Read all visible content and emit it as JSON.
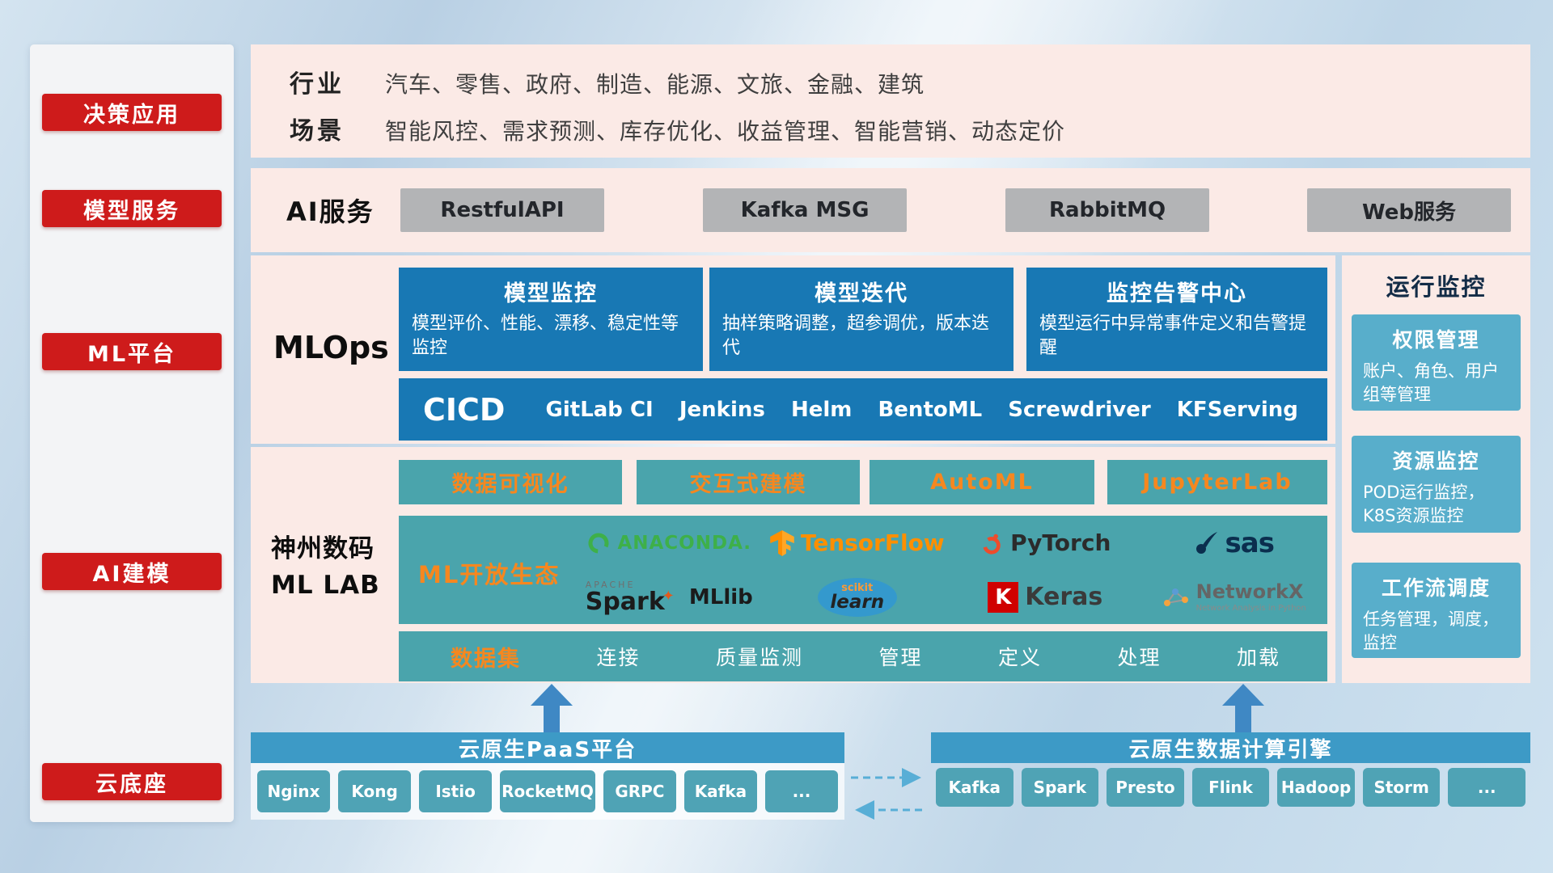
{
  "sidebar": {
    "items": [
      "决策应用",
      "模型服务",
      "ML平台",
      "AI建模",
      "云底座"
    ]
  },
  "industry": {
    "rows": [
      {
        "label": "行业",
        "text": "汽车、零售、政府、制造、能源、文旅、金融、建筑"
      },
      {
        "label": "场景",
        "text": "智能风控、需求预测、库存优化、收益管理、智能营销、动态定价"
      }
    ]
  },
  "ai_service": {
    "label": "AI服务",
    "buttons": [
      "RestfulAPI",
      "Kafka MSG",
      "RabbitMQ",
      "Web服务"
    ]
  },
  "mlops": {
    "label": "MLOps",
    "cards": [
      {
        "title": "模型监控",
        "desc": "模型评价、性能、漂移、稳定性等监控"
      },
      {
        "title": "模型迭代",
        "desc": "抽样策略调整，超参调优，版本迭代"
      },
      {
        "title": "监控告警中心",
        "desc": "模型运行中异常事件定义和告警提醒"
      }
    ],
    "cicd_label": "CICD",
    "cicd_items": [
      "GitLab CI",
      "Jenkins",
      "Helm",
      "BentoML",
      "Screwdriver",
      "KFServing"
    ]
  },
  "monitor": {
    "title": "运行监控",
    "cards": [
      {
        "title": "权限管理",
        "desc": "账户、角色、用户组等管理"
      },
      {
        "title": "资源监控",
        "desc": "POD运行监控，K8S资源监控"
      },
      {
        "title": "工作流调度",
        "desc": "任务管理，调度，监控"
      }
    ]
  },
  "mllab": {
    "label_line1": "神州数码",
    "label_line2": "ML LAB",
    "tools": [
      "数据可视化",
      "交互式建模",
      "AutoML",
      "JupyterLab"
    ],
    "ecosystem_label": "ML开放生态",
    "logos": {
      "anaconda": "ANACONDA.",
      "tensorflow": "TensorFlow",
      "pytorch": "PyTorch",
      "sas": "sas",
      "spark_apache": "APACHE",
      "spark": "Spark",
      "spark_star": "✦",
      "mllib": "MLlib",
      "scikit_top": "scikit",
      "scikit": "learn",
      "keras_k": "K",
      "keras": "Keras",
      "networkx": "NetworkX",
      "networkx_caption": "Network Analysis in Python"
    },
    "data_row": {
      "first": "数据集",
      "items": [
        "连接",
        "质量监测",
        "管理",
        "定义",
        "处理",
        "加载"
      ]
    }
  },
  "cloud": {
    "paas": {
      "title": "云原生PaaS平台",
      "items": [
        "Nginx",
        "Kong",
        "Istio",
        "RocketMQ",
        "GRPC",
        "Kafka",
        "..."
      ]
    },
    "engine": {
      "title": "云原生数据计算引擎",
      "items": [
        "Kafka",
        "Spark",
        "Presto",
        "Flink",
        "Hadoop",
        "Storm",
        "..."
      ]
    }
  },
  "colors": {
    "badge_red": "#ce1b1b",
    "band_pink": "#fbeae6",
    "card_blue": "#1878b4",
    "teal": "#4aa4ac",
    "monitor_card_blue": "#58aecb",
    "header_blue": "#3d9ac6",
    "bottom_button_teal": "#4fa3b5",
    "accent_orange": "#f6871f"
  }
}
